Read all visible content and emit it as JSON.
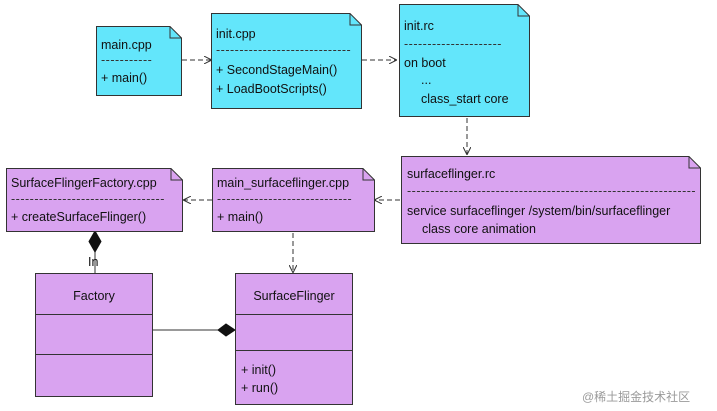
{
  "colors": {
    "blue_fill": "#63e6fb",
    "purple_fill": "#d9a3f0",
    "stroke": "#333333"
  },
  "notes": {
    "main_cpp": {
      "title": "main.cpp",
      "divider": "-----------",
      "ops": [
        "+    main()"
      ]
    },
    "init_cpp": {
      "title": "init.cpp",
      "divider": "-----------------------------",
      "ops": [
        "+    SecondStageMain()",
        "+    LoadBootScripts()"
      ]
    },
    "init_rc": {
      "title": "init.rc",
      "divider": "---------------------",
      "lines": [
        "on boot",
        "...",
        "class_start core"
      ]
    },
    "surfaceflinger_rc": {
      "title": "surfaceflinger.rc",
      "divider": "----------------------------------------------------------------------",
      "lines": [
        "service surfaceflinger /system/bin/surfaceflinger",
        "class core animation"
      ]
    },
    "main_surfaceflinger_cpp": {
      "title": "main_surfaceflinger.cpp",
      "divider": "-----------------------------",
      "ops": [
        "+    main()"
      ]
    },
    "surfaceflinger_factory_cpp": {
      "title": "SurfaceFlingerFactory.cpp",
      "divider": "---------------------------------",
      "ops": [
        "+    createSurfaceFlinger()"
      ]
    }
  },
  "classes": {
    "factory": {
      "title": "Factory"
    },
    "surfaceflinger": {
      "title": "SurfaceFlinger",
      "ops": [
        "+    init()",
        "+    run()"
      ]
    }
  },
  "labels": {
    "composition_label": "In"
  },
  "watermark": "@稀土掘金技术社区"
}
